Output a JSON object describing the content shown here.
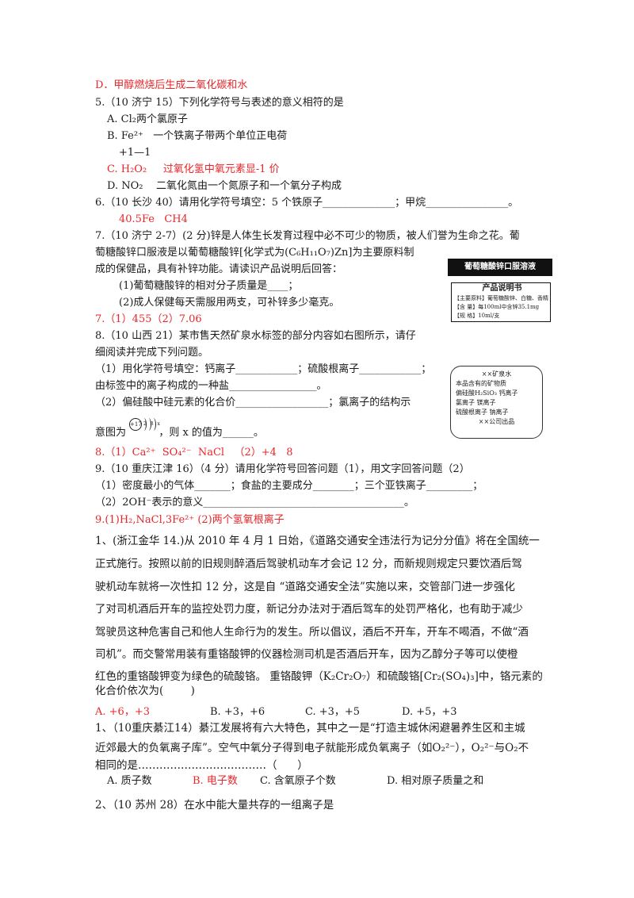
{
  "lines": {
    "l1": "D．甲醇燃烧后生成二氧化碳和水",
    "q5": "5.（10 济宁 15）下列化学符号与表述的意义相符的是",
    "q5a": "A. Cl₂两个氯原子",
    "q5b": "B. Fe²⁺   一个铁离子带两个单位正电荷",
    "q5b2": "+1—1",
    "q5c": "C. H₂O₂     过氧化氢中氧元素显-1 价",
    "q5d": "D. NO₂    二氧化氮由一个氮原子和一个氧分子构成",
    "q6": "6.（10 长沙 40）请用化学符号填空：5 个铁原子______________；甲烷________________。",
    "q6ans": "40.5Fe   CH4",
    "q7a": "7.（10 济宁 2-7）(2 分)锌是人体生长发育过程中必不可少的物质，被人们誉为生命之花。葡",
    "q7b": "萄糖酸锌口服液是以葡萄糖酸锌[化学式为(C₆H₁₁O₇)Zn]为主要原料制",
    "q7c": "成的保健品，具有补锌功能。请读识产品说明后回答：",
    "q7d": "(1)葡萄糖酸锌的相对分子质量是____；",
    "q7e": "(2)成人保健每天需服用两支，可补锌多少毫克。",
    "q7ans": "7.（1）455（2）7.06",
    "q8a": "8.（10 山西 21）某市售天然矿泉水标签的部分内容如右图所示，请仔",
    "q8b": "细阅读并完成下列问题。",
    "q8c": "（1）用化学符号填空：钙离子____________；硫酸根离子____________；",
    "q8d": "由标签中的离子构成的一种盐_________________。",
    "q8e": "（2）偏硅酸中硅元素的化合价__________________；氯离子的结构示",
    "q8f": "意图为          ，则 x 的值为______。",
    "q8ans": "8.（1）Ca²⁺  SO₄²⁻  NaCl   （2）+4   8",
    "q9a": "9.（10 重庆江津 16）（4 分）请用化学符号回答问题（1），用文字回答问题（2）",
    "q9b": "（1）密度最小的气体_______；食盐的主要成分________；三个亚铁离子_________；",
    "q9c": "（2）2OH⁻表示的意义_______________________________________。",
    "q9ans": "9.(1)H₂,NaCl,3Fe²⁺ (2)两个氢氧根离子",
    "p1": "1、(浙江金华 14.)从 2010 年 4 月 1 日始，《道路交通安全违法行为记分分值》将在全国统一",
    "p2": "正式施行。按照以前的旧规则醉酒后驾驶机动车才会记 12 分，而新规则规定只要饮酒后驾",
    "p3": "驶机动车就将一次性扣 12 分，这是自 “道路交通安全法”实施以来，交管部门进一步强化",
    "p4": "了对司机酒后开车的监控处罚力度，新记分办法对于酒后驾车的处罚严格化，也有助于减少",
    "p5": "驾驶员这种危害自己和他人生命行为的发生。所以倡议，酒后不开车，开车不喝酒，不做“酒",
    "p6": "司机”。而交警常用装有重铬酸钾的仪器检测司机是否酒后开车，因为乙醇分子等可以使橙",
    "p7": "红色的重铬酸钾变为绿色的硫酸铬。 重铬酸钾（K₂Cr₂O₇）和硫酸铬[Cr₂(SO₄)₃]中，铬元素的",
    "p8": "化合价依次为(        )",
    "optA": "A. +6，+3",
    "optB": "B. +3，+6",
    "optC": "C. +3，+5",
    "optD": "D. +5，+3",
    "r1": "1、（10重庆綦江14）綦江发展将有六大特色，其中之一是“打造主城休闲避暑养生区和主城",
    "r2": "近郊最大的负氧离子库”。空气中氧分子得到电子就能形成负氧离子（如O₂²⁻），O₂²⁻与O₂不",
    "r3": "相同的是………………………………（      ）",
    "rA": "A. 质子数",
    "rB": "B. 电子数",
    "rC": "C. 含氧原子个数",
    "rD": "D. 相对原子质量之和",
    "s1": "2、（10 苏州 28）在水中能大量共存的一组离子是"
  },
  "figure_zinc": {
    "header": "葡萄糖酸锌口服溶液",
    "title": "产品说明书",
    "row1": "【主要原料】葡萄糖酸锌、白糖、香精",
    "row2": "【含    量】每100ml中含锌35.1mg",
    "row3": "【规    格】10ml/支"
  },
  "figure_water": {
    "title": "××矿泉水",
    "r1": "本品含有的矿物质",
    "r2": "偏硅酸H₂SiO₃  钙离子",
    "r3": "氯离子          镁离子",
    "r4": "硫酸根离子    钠离子",
    "r5": "××公司出品"
  },
  "atom_diagram": {
    "nucleus": "+17",
    "shells": "2 8 x"
  },
  "colors": {
    "answer": "#e8262a",
    "text": "#1a1a1a"
  }
}
